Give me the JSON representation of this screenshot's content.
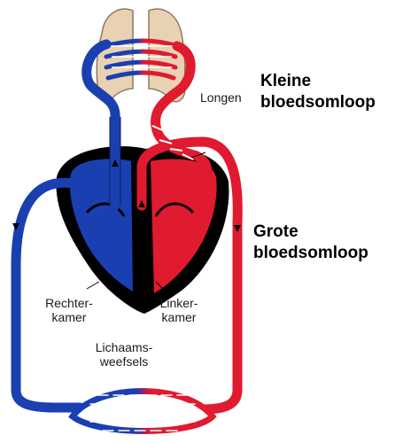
{
  "labels": {
    "longen": "Longen",
    "kleine_line1": "Kleine",
    "kleine_line2": "bloedsomloop",
    "grote_line1": "Grote",
    "grote_line2": "bloedsomloop",
    "rechter_line1": "Rechter-",
    "rechter_line2": "kamer",
    "linker_line1": "Linker-",
    "linker_line2": "kamer",
    "lichaams_line1": "Lichaams-",
    "lichaams_line2": "weefsels"
  },
  "colors": {
    "oxygen_poor": "#1a3fb0",
    "oxygen_rich": "#e01a2f",
    "heart": "#000000",
    "lungs": "#e8d2b2",
    "lungs_outline": "#8a7a66"
  }
}
